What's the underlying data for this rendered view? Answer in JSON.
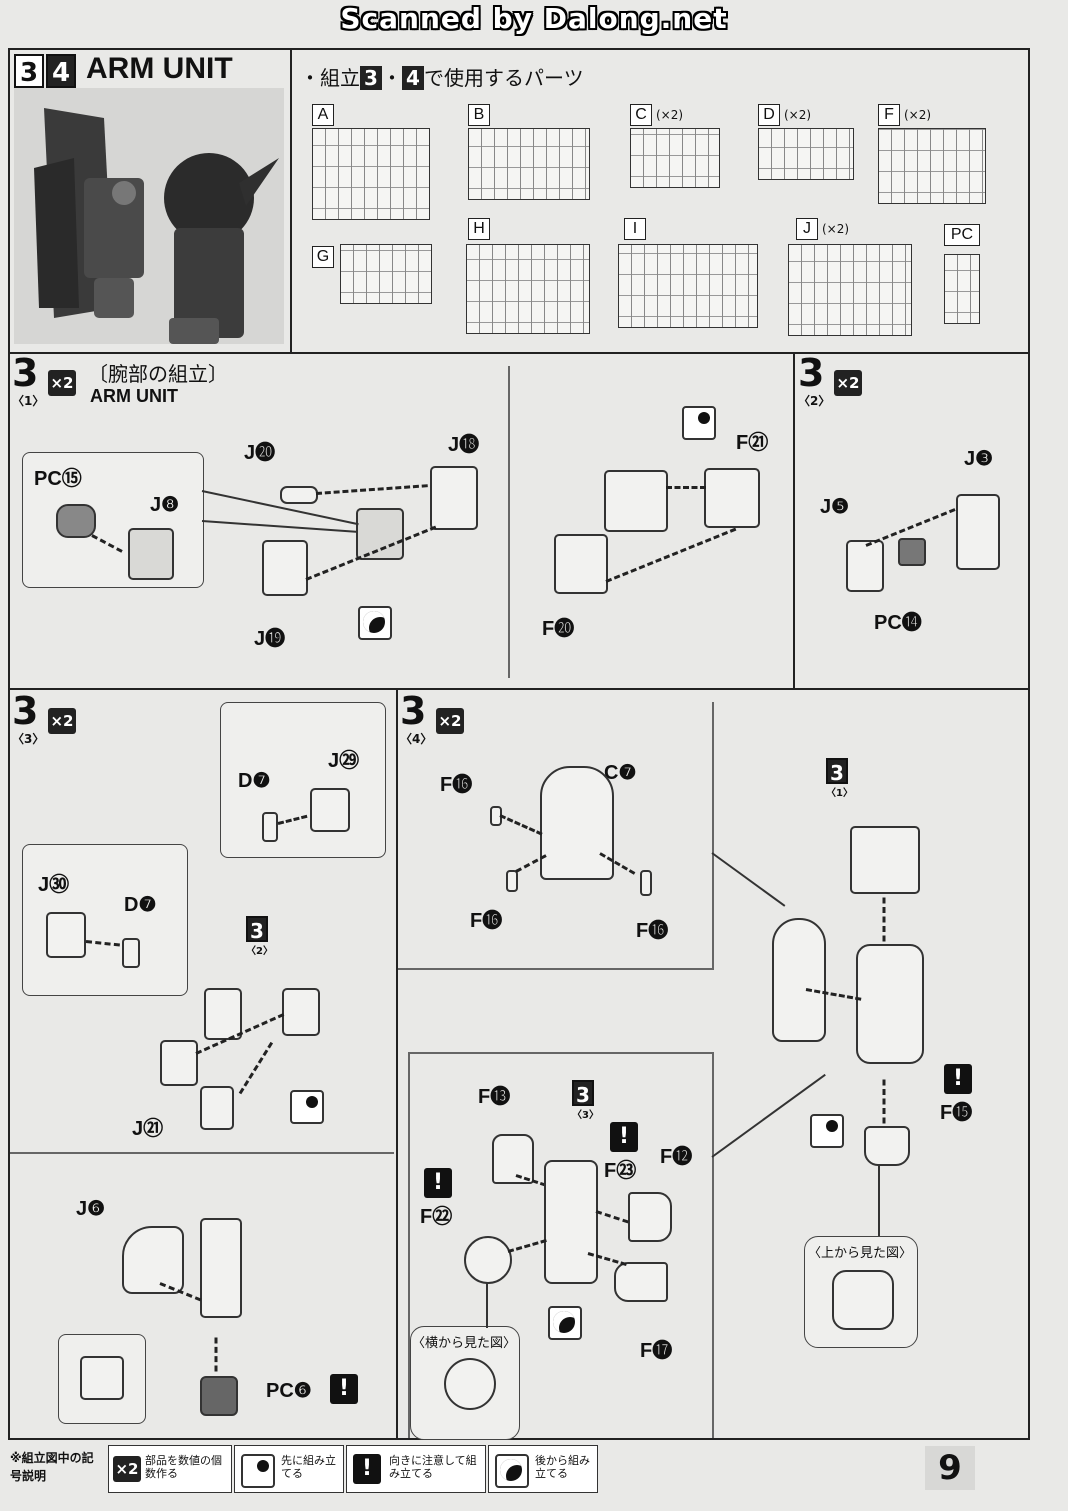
{
  "banner": "Scanned by Dalong.net",
  "header": {
    "step_a": "3",
    "step_b": "4",
    "title": "ARM UNIT",
    "parts_caption_prefix": "・組立",
    "parts_caption_step_a": "3",
    "parts_dot": "・",
    "parts_caption_step_b": "4",
    "parts_caption_suffix": "で使用するパーツ"
  },
  "runners": [
    {
      "letter": "A",
      "count": ""
    },
    {
      "letter": "B",
      "count": ""
    },
    {
      "letter": "C",
      "count": "(×2)"
    },
    {
      "letter": "D",
      "count": "(×2)"
    },
    {
      "letter": "F",
      "count": "(×2)"
    },
    {
      "letter": "G",
      "count": ""
    },
    {
      "letter": "H",
      "count": ""
    },
    {
      "letter": "I",
      "count": ""
    },
    {
      "letter": "J",
      "count": "(×2)"
    },
    {
      "letter": "PC",
      "count": ""
    }
  ],
  "step1": {
    "num": "3",
    "sub": "〈1〉",
    "mult": "×2",
    "title_jp": "〔腕部の組立〕",
    "title_en": "ARM UNIT",
    "labels": [
      "PC⑮",
      "J❽",
      "J⓴",
      "J⓲",
      "J⓳",
      "F㉑",
      "F⓴"
    ]
  },
  "step2": {
    "num": "3",
    "sub": "〈2〉",
    "mult": "×2",
    "labels": [
      "J❸",
      "J❺",
      "PC⓮"
    ]
  },
  "step3": {
    "num": "3",
    "sub": "〈3〉",
    "mult": "×2",
    "ref": "3",
    "ref_sub": "〈2〉",
    "labels": [
      "D❼",
      "J㉙",
      "J㉚",
      "D❼",
      "J㉑",
      "J❻",
      "PC❻"
    ]
  },
  "step4": {
    "num": "3",
    "sub": "〈4〉",
    "mult": "×2",
    "ref1": "3",
    "ref1_sub": "〈1〉",
    "ref2": "3",
    "ref2_sub": "〈3〉",
    "labels": [
      "F⓰",
      "C❼",
      "F⓰",
      "F⓰",
      "F⓯",
      "F⓭",
      "F⓬",
      "F㉓",
      "F㉒",
      "F⓱"
    ],
    "view_top": "〈上から見た図〉",
    "view_side": "〈横から見た図〉"
  },
  "legend": {
    "title": "※組立図中の記号説明",
    "items": [
      {
        "sym": "×2",
        "text": "部品を数値の個数作る"
      },
      {
        "sym": "front",
        "text": "先に組み立てる"
      },
      {
        "sym": "!",
        "text": "向きに注意して組み立てる"
      },
      {
        "sym": "back",
        "text": "後から組み立てる"
      }
    ]
  },
  "page_number": "9"
}
